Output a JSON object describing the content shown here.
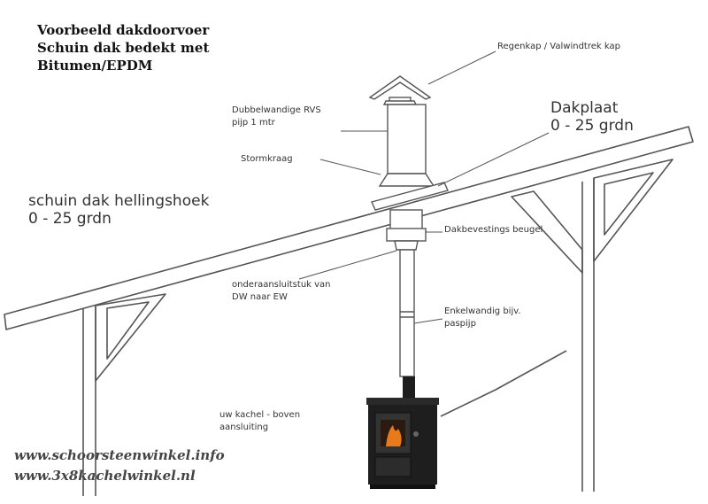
{
  "title": {
    "line1": "Voorbeeld dakdoorvoer",
    "line2": "Schuin dak bedekt met",
    "line3": "Bitumen/EPDM"
  },
  "labels": {
    "rain_cap": "Regenkap / Valwindtrek kap",
    "double_pipe_1": "Dubbelwandige RVS",
    "double_pipe_2": "pijp 1 mtr",
    "storm_collar": "Stormkraag",
    "roof_plate_1": "Dakplaat",
    "roof_plate_2": "0 - 25 grdn",
    "roof_slope_1": "schuin dak hellingshoek",
    "roof_slope_2": "0 - 25 grdn",
    "roof_bracket": "Dakbevestings beugel",
    "adapter_1": "onderaansluitstuk van",
    "adapter_2": "DW naar EW",
    "single_pipe_1": "Enkelwandig bijv.",
    "single_pipe_2": "paspijp",
    "stove_1": "uw kachel - boven",
    "stove_2": "aansluiting"
  },
  "footer": {
    "url1": "www.schoorsteenwinkel.info",
    "url2": "www.3x8kachelwinkel.nl"
  },
  "colors": {
    "line": "#555555",
    "stove": "#1e1e1e",
    "fire": "#e87a1c"
  }
}
